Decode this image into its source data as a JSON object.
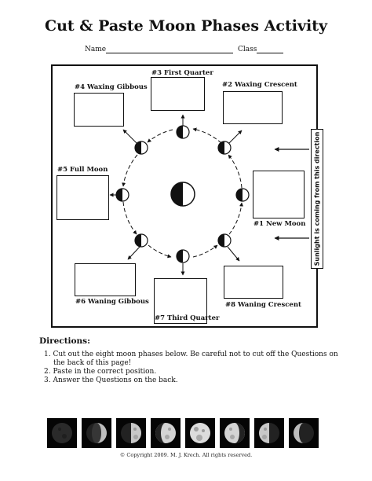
{
  "title": "Cut & Paste Moon Phases Activity",
  "header": {
    "name_label": "Name",
    "class_label": "Class"
  },
  "diagram": {
    "boxes": [
      {
        "label": "#1 New Moon"
      },
      {
        "label": "#2 Waxing Crescent"
      },
      {
        "label": "#3 First Quarter"
      },
      {
        "label": "#4 Waxing Gibbous"
      },
      {
        "label": "#5 Full Moon"
      },
      {
        "label": "#6 Waning Gibbous"
      },
      {
        "label": "#7 Third Quarter"
      },
      {
        "label": "#8 Waning Crescent"
      }
    ],
    "sunlight_text": "Sunlight is coming from this direction"
  },
  "directions": {
    "heading": "Directions:",
    "items": [
      "1. Cut  out the eight moon phases below. Be careful not to cut off the Questions on the back of this page!",
      "2. Paste in the correct position.",
      "3. Answer the Questions on the back."
    ]
  },
  "footer": {
    "copyright": "© Copyright 2009.  M. J. Krech. All rights reserved."
  },
  "icons": {
    "earth": "earth-icon",
    "moon": "moon-phase-icon",
    "arrow": "sunlight-arrow-icon"
  },
  "colors": {
    "ink": "#111111",
    "paper": "#ffffff",
    "tile": "#050505"
  }
}
